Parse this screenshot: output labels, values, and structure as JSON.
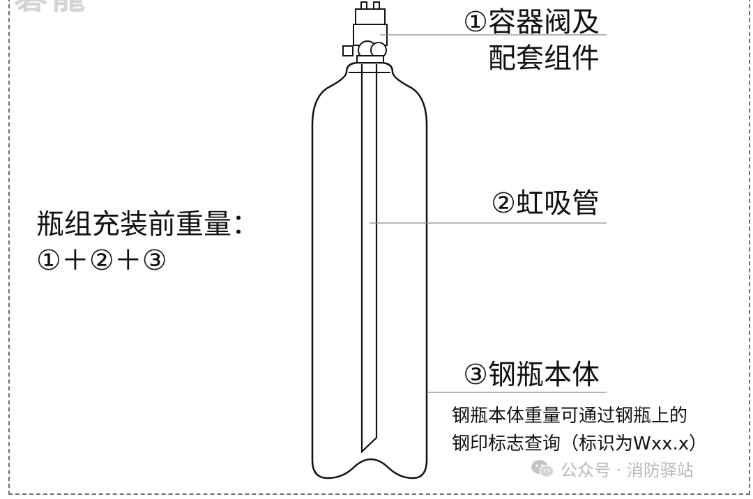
{
  "watermark_top": "碁龍",
  "labels": {
    "valve_line1": "①容器阀及",
    "valve_line2": "配套组件",
    "siphon": "②虹吸管",
    "cylinder": "③钢瓶本体",
    "note_line1": "钢瓶本体重量可通过钢瓶上的",
    "note_line2": "钢印标志查询（标识为Wxx.x）",
    "weight_title": "瓶组充装前重量：",
    "weight_formula": "①＋②＋③"
  },
  "footer": {
    "source": "公众号 · 消防驿站",
    "icon": "wechat-icon"
  },
  "colors": {
    "outline": "#111111",
    "leader_line": "#8a8a8a",
    "frame": "#6e6e6e",
    "watermark": "#b8b8b8"
  }
}
